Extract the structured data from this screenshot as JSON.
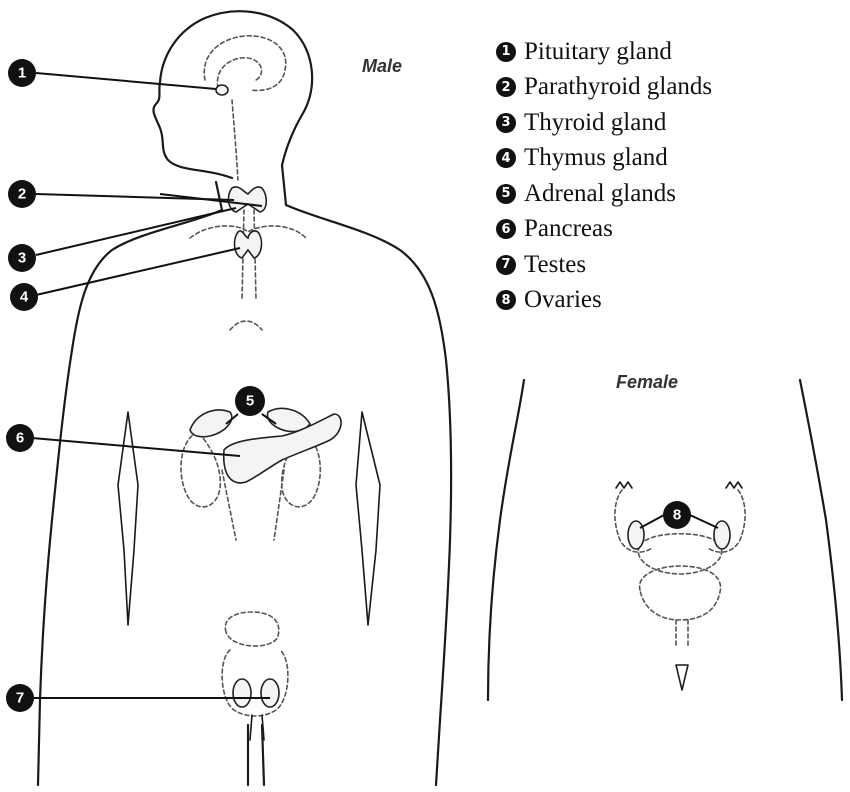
{
  "captions": {
    "male": "Male",
    "female": "Female"
  },
  "legend": [
    {
      "num": "1",
      "label": "Pituitary gland"
    },
    {
      "num": "2",
      "label": "Parathyroid glands"
    },
    {
      "num": "3",
      "label": "Thyroid gland"
    },
    {
      "num": "4",
      "label": "Thymus gland"
    },
    {
      "num": "5",
      "label": "Adrenal glands"
    },
    {
      "num": "6",
      "label": "Pancreas"
    },
    {
      "num": "7",
      "label": "Testes"
    },
    {
      "num": "8",
      "label": "Ovaries"
    }
  ],
  "callouts": {
    "c1": "1",
    "c2": "2",
    "c3": "3",
    "c4": "4",
    "c5": "5",
    "c6": "6",
    "c7": "7",
    "c8": "8"
  },
  "colors": {
    "line": "#1a1a1a",
    "badge": "#111111",
    "background": "#ffffff"
  }
}
